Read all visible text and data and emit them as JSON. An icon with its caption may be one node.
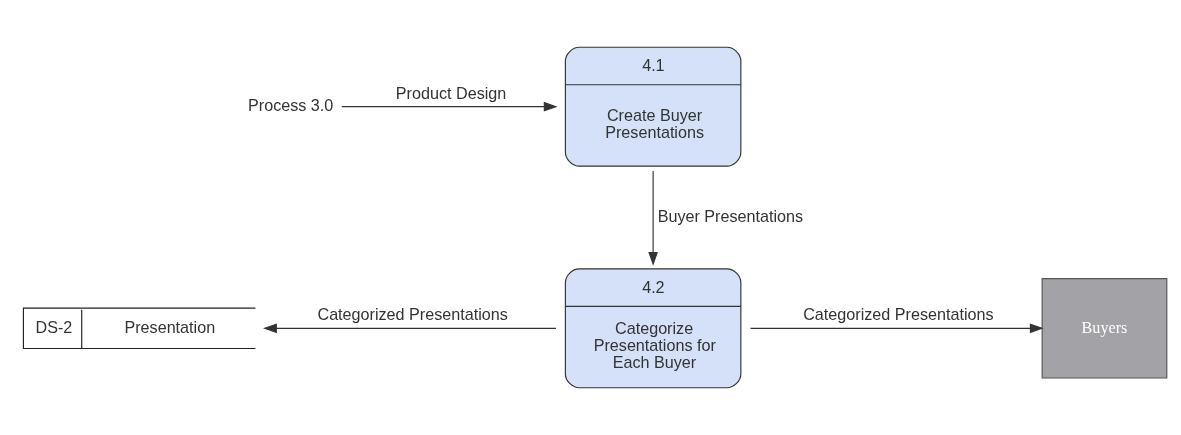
{
  "diagram": {
    "nodes": [
      {
        "text": [
          "Process 3.0"
        ]
      },
      {
        "text": [
          "4.1",
          "Create Buyer Presentations"
        ]
      },
      {
        "text": [
          "DS-2",
          "Presentation"
        ]
      },
      {
        "text": [
          "4.2",
          "Categorize Presentations for Each Buyer"
        ]
      },
      {
        "text": [
          "Buyers"
        ]
      }
    ],
    "edges": [
      {
        "from": 0,
        "to": 1,
        "arrow": "to",
        "label": "Product Design"
      },
      {
        "from": 1,
        "to": 3,
        "arrow": "to",
        "label": "Buyer Presentations"
      },
      {
        "from": 3,
        "to": 2,
        "arrow": "to",
        "label": "Categorized Presentations"
      },
      {
        "from": 3,
        "to": 4,
        "arrow": "to",
        "label": "Categorized Presentations"
      }
    ]
  }
}
